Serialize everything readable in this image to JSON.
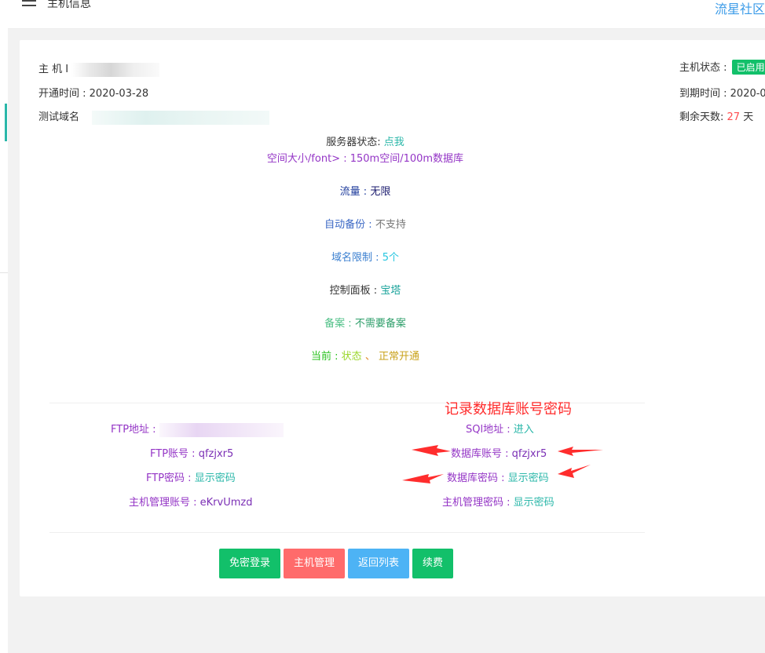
{
  "header": {
    "title": "主机信息",
    "brand_link": "流星社区"
  },
  "host": {
    "name_label": "主 机 I",
    "open_date_label": "开通时间 : ",
    "open_date": "2020-03-28",
    "test_domain_label": "测试域名",
    "status_label": "主机状态 : ",
    "status": "已启用",
    "expire_label": "到期时间 : ",
    "expire_date": "2020-0",
    "remaining_label": "剩余天数: ",
    "remaining_days": "27",
    "remaining_unit": " 天"
  },
  "specs": {
    "server_status_label": "服务器状态: ",
    "server_status_value": "点我",
    "space_label": "空间大小/font> :  ",
    "space_value": "150m空间/100m数据库",
    "traffic_label": "流量 :  ",
    "traffic_value": "无限",
    "backup_label": "自动备份 :  ",
    "backup_value": "不支持",
    "domain_limit_label": "域名限制 :  ",
    "domain_limit_value": "5个",
    "panel_label": "控制面板 :  ",
    "panel_value": "宝塔",
    "icp_label": "备案 :  ",
    "icp_value": "不需要备案",
    "current_label": "当前 :  ",
    "current_state": "状态",
    "current_sep": " 、 ",
    "current_value": "正常开通"
  },
  "credentials": {
    "ftp_address_label": "FTP地址 : ",
    "ftp_account_label": "FTP账号 : ",
    "ftp_account": "qfzjxr5",
    "ftp_password_label": "FTP密码 : ",
    "show_password": "显示密码",
    "host_admin_account_label": "主机管理账号 : ",
    "host_admin_account": "eKrvUmzd",
    "sql_address_label": "SQl地址 : ",
    "sql_address_link": "进入",
    "db_account_label": "数据库账号 : ",
    "db_account": "qfzjxr5",
    "db_password_label": "数据库密码 : ",
    "host_admin_password_label": "主机管理密码 : "
  },
  "annotation": "记录数据库账号密码",
  "buttons": {
    "passwordless_login": "免密登录",
    "host_manage": "主机管理",
    "back_to_list": "返回列表",
    "renew": "续费"
  },
  "colors": {
    "green": "#12c06a",
    "red": "#ff6b6b",
    "blue": "#4db3f5",
    "teal": "#2ab7a9",
    "purple": "#9435c6",
    "annotation_red": "#ff2d2d"
  }
}
